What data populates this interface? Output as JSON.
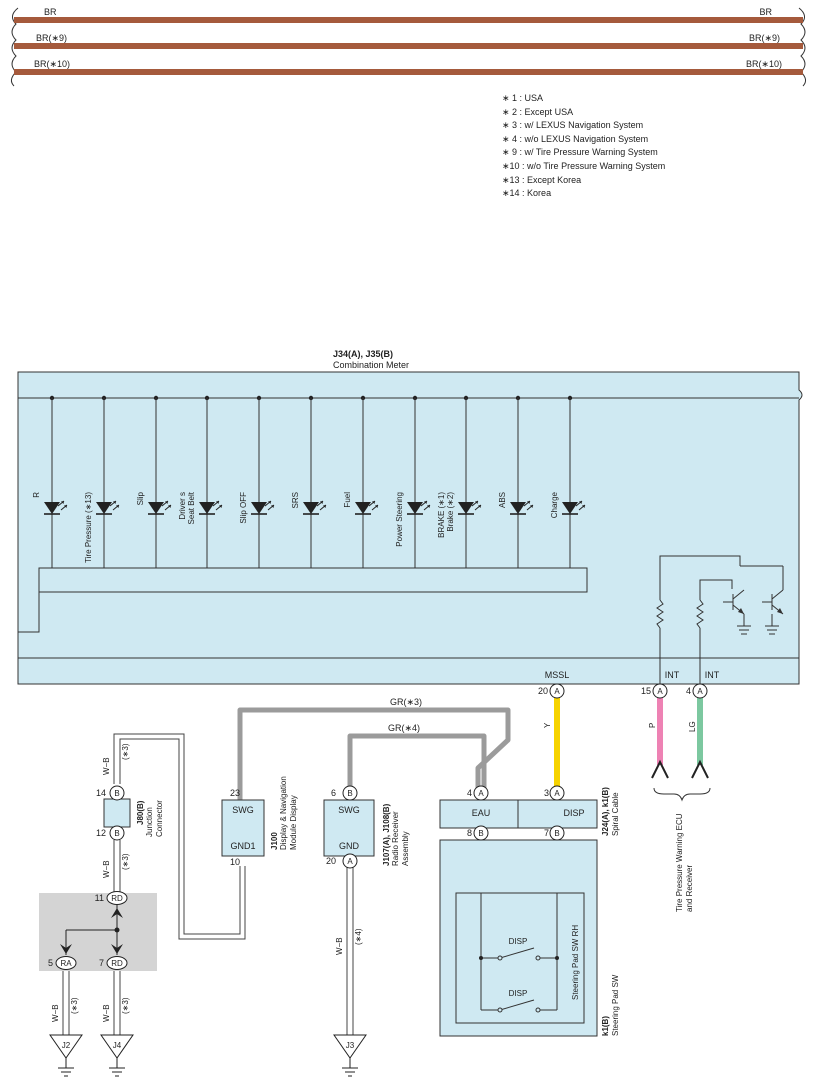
{
  "colors": {
    "panel_fill": "#cfe9f2",
    "brown_wire": "#a55a3c",
    "gray_wire": "#9b9b9b",
    "yellow_wire": "#f6d300",
    "pink_wire": "#ee82b4",
    "green_wire": "#7cc8a0",
    "shade": "#d4d4d4"
  },
  "top_wires": [
    {
      "left": "BR",
      "right": "BR"
    },
    {
      "left": "BR(∗9)",
      "right": "BR(∗9)"
    },
    {
      "left": "BR(∗10)",
      "right": "BR(∗10)"
    }
  ],
  "notes": [
    "∗ 1 : USA",
    "∗ 2 : Except USA",
    "∗ 3 : w/ LEXUS Navigation System",
    "∗ 4 : w/o LEXUS Navigation System",
    "∗ 9 : w/ Tire Pressure Warning System",
    "∗10 : w/o Tire Pressure Warning System",
    "∗13 : Except Korea",
    "∗14 : Korea"
  ],
  "meter": {
    "code": "J34(A), J35(B)",
    "name": "Combination Meter",
    "indicators": [
      {
        "lines": [
          "R"
        ]
      },
      {
        "lines": [
          "Tire Pressure (∗13)"
        ]
      },
      {
        "lines": [
          "Slip"
        ]
      },
      {
        "lines": [
          "Driver s",
          "Seat Belt"
        ]
      },
      {
        "lines": [
          "Slip OFF"
        ]
      },
      {
        "lines": [
          "SRS"
        ]
      },
      {
        "lines": [
          "Fuel"
        ]
      },
      {
        "lines": [
          "Power Steering"
        ]
      },
      {
        "lines": [
          "BRAKE (∗1)",
          "Brake (∗2)"
        ]
      },
      {
        "lines": [
          "ABS"
        ]
      },
      {
        "lines": [
          "Charge"
        ]
      }
    ],
    "terminals": [
      {
        "name": "MSSL",
        "pin": "20",
        "conn": "A"
      },
      {
        "name": "INT",
        "pin": "15",
        "conn": "A"
      },
      {
        "name": "INT",
        "pin": "4",
        "conn": "A"
      }
    ]
  },
  "wires": {
    "gr3": "GR(∗3)",
    "gr4": "GR(∗4)",
    "y": "Y",
    "p": "P",
    "lg": "LG",
    "w": "W",
    "wb": "W−B",
    "c3": "(∗3)",
    "c4": "(∗4)"
  },
  "tpw_ecu": {
    "lines": [
      "Tire Pressure Warning ECU",
      "and Receiver"
    ]
  },
  "junction": {
    "code": "J80(B)",
    "name_lines": [
      "Junction",
      "Connector"
    ],
    "pin_top": "14",
    "pin_bottom": "12",
    "conn": "B"
  },
  "display": {
    "code": "J100",
    "name_lines": [
      "Display & Navigation",
      "Module Display"
    ],
    "pin_top": "23",
    "pin_bottom": "10",
    "term_top": "SWG",
    "term_bottom": "GND1"
  },
  "radio": {
    "code": "J107(A), J108(B)",
    "name_lines": [
      "Radio Receiver",
      "Assembly"
    ],
    "pin_top": "6",
    "conn_top": "B",
    "pin_bottom": "20",
    "conn_bottom": "A",
    "term_top": "SWG",
    "term_bottom": "GND"
  },
  "spiral": {
    "code": "J24(A), k1(B)",
    "name": "Spiral Cable",
    "pins_top": [
      {
        "pin": "4",
        "conn": "A"
      },
      {
        "pin": "3",
        "conn": "A"
      }
    ],
    "pins_bottom": [
      {
        "pin": "8",
        "conn": "B"
      },
      {
        "pin": "7",
        "conn": "B"
      }
    ],
    "term_left": "EAU",
    "term_right": "DISP"
  },
  "steering": {
    "code": "k1(B)",
    "name": "Steering Pad SW",
    "inner": "Steering Pad SW RH",
    "switch1": "DISP",
    "switch2": "DISP"
  },
  "splice": {
    "top_pin": "11",
    "top_conn": "RD",
    "left_pin": "5",
    "left_conn": "RA",
    "right_pin": "7",
    "right_conn": "RD"
  },
  "grounds": [
    "J2",
    "J4",
    "J3"
  ]
}
